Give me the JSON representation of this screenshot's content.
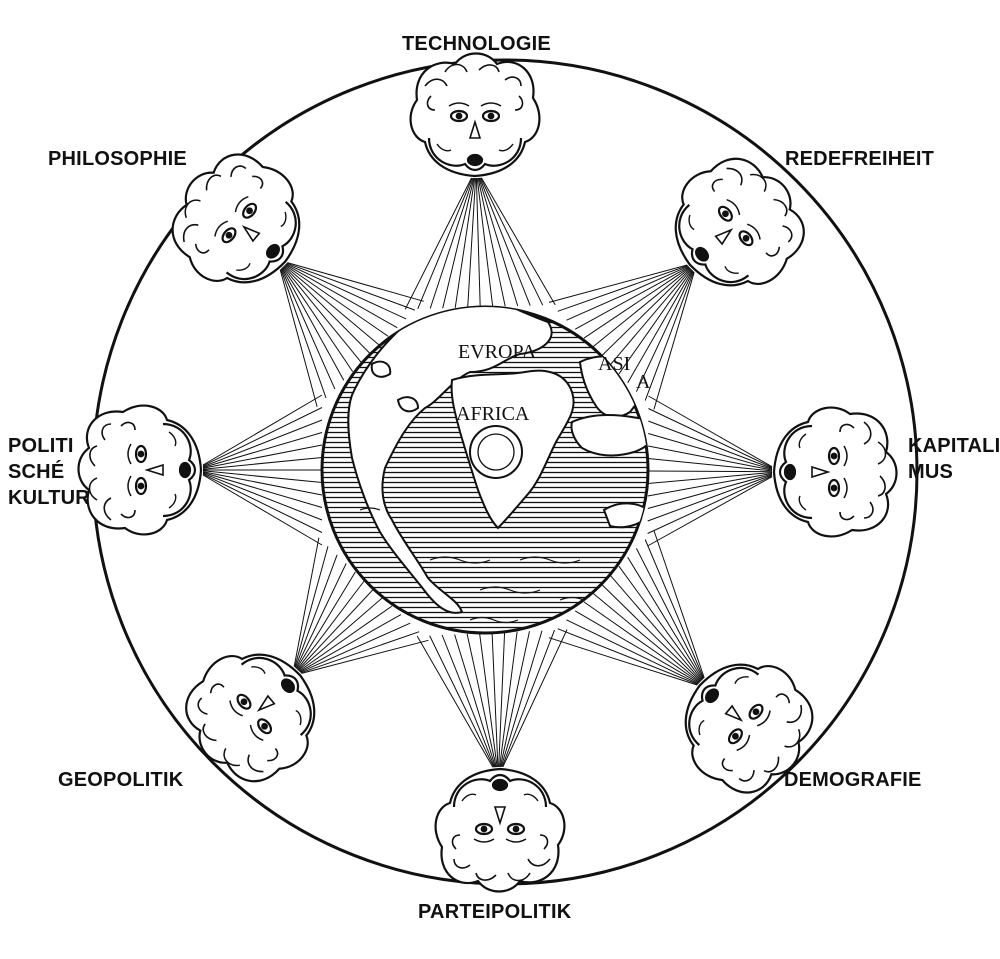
{
  "labels": {
    "top": "TECHNOLOGIE",
    "top_left": "PHILOSOPHIE",
    "top_right": "REDEFREIHEIT",
    "left": [
      "POLITI",
      "SCHÉ",
      "KULTUR"
    ],
    "right": [
      "KAPITALIS",
      "MUS"
    ],
    "bottom_left": "GEOPOLITIK",
    "bottom_right": "DEMOGRAFIE",
    "bottom": "PARTEIPOLITIK"
  },
  "map_labels": {
    "europe": "EVROPA",
    "africa": "AFRICA",
    "asia": "ASI",
    "asia_a": "A"
  },
  "colors": {
    "ink": "#111111",
    "paper": "#ffffff"
  },
  "icons": [
    "wind-head-icon",
    "globe-icon"
  ]
}
